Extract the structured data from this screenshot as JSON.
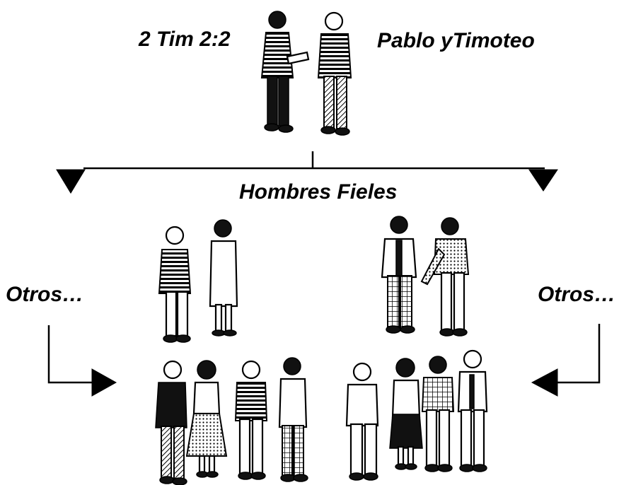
{
  "labels": {
    "reference": "2 Tim 2:2",
    "top_pair": "Pablo yTimoteo",
    "middle": "Hombres Fieles",
    "left_others": "Otros…",
    "right_others": "Otros…"
  }
}
